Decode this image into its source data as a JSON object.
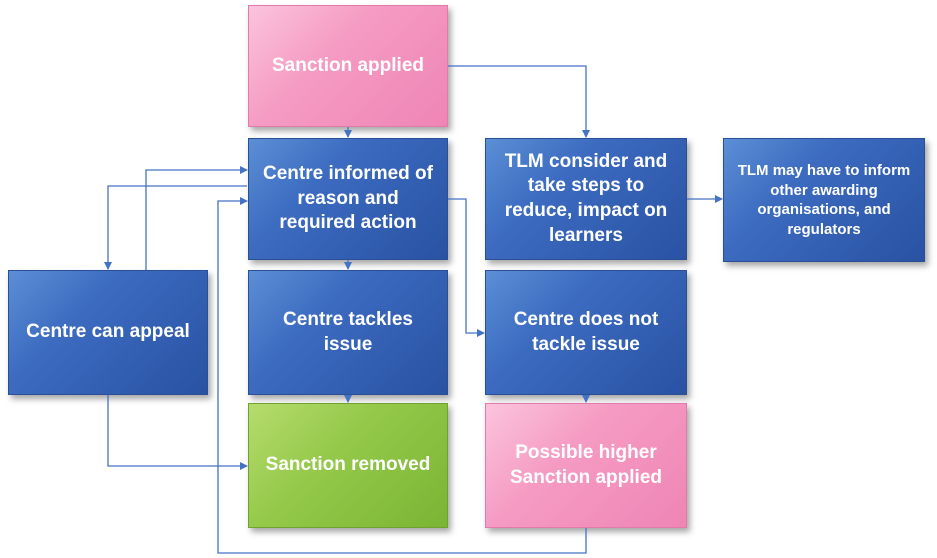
{
  "diagram": {
    "nodes": {
      "sanction_applied": "Sanction applied",
      "centre_informed": "Centre informed of reason and required action",
      "tlm_consider": "TLM consider and take steps to reduce, impact on learners",
      "tlm_inform": "TLM may have to inform other awarding organisations, and regulators",
      "centre_appeal": "Centre can appeal",
      "centre_tackles": "Centre tackles issue",
      "centre_not_tackle": "Centre does not tackle issue",
      "sanction_removed": "Sanction removed",
      "higher_sanction": "Possible higher Sanction applied"
    },
    "colors": {
      "blue": "#3c6bc0",
      "pink": "#f59bc3",
      "green": "#95c94a",
      "connector": "#4472c4"
    }
  }
}
